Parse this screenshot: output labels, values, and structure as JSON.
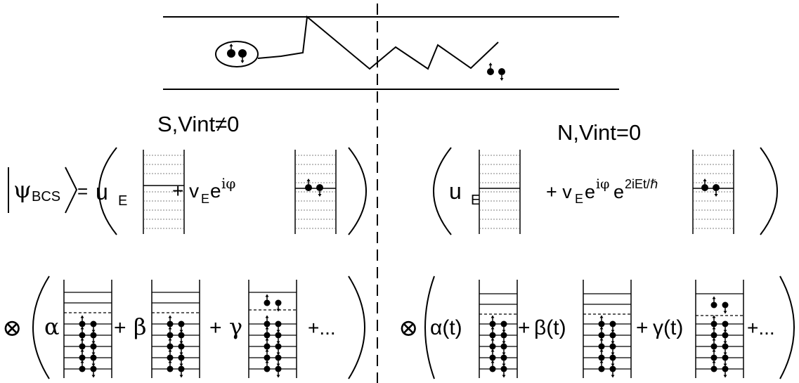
{
  "top_panel": {
    "barrier_lines": 2,
    "trajectory": "zigzag"
  },
  "left": {
    "header": "S,Vint≠0",
    "bcs_state": {
      "psi": "ψ",
      "sub": "BCS",
      "equals": "=",
      "u": "u",
      "u_sub": "E",
      "plus_v": "+ v",
      "v_sub": "E",
      "e": "e",
      "exp": "iφ"
    },
    "expansion": {
      "otimes": "⊗",
      "alpha": "α",
      "beta": "β",
      "plus_beta": "+",
      "plus_gamma": "+",
      "gamma": "γ",
      "ellipsis": "+..."
    }
  },
  "right": {
    "header": "N,Vint=0",
    "state": {
      "u": "u",
      "u_sub": "E",
      "plus_v": "+ v",
      "v_sub": "E",
      "e1": "e",
      "exp1": "iφ",
      "e2": "e",
      "exp2": "2iEt/ℏ"
    },
    "expansion": {
      "otimes": "⊗",
      "alpha": "α(t)",
      "plus_beta": "+",
      "beta": "β(t)",
      "plus_gamma": "+",
      "gamma": "γ(t)",
      "ellipsis": "+..."
    }
  }
}
